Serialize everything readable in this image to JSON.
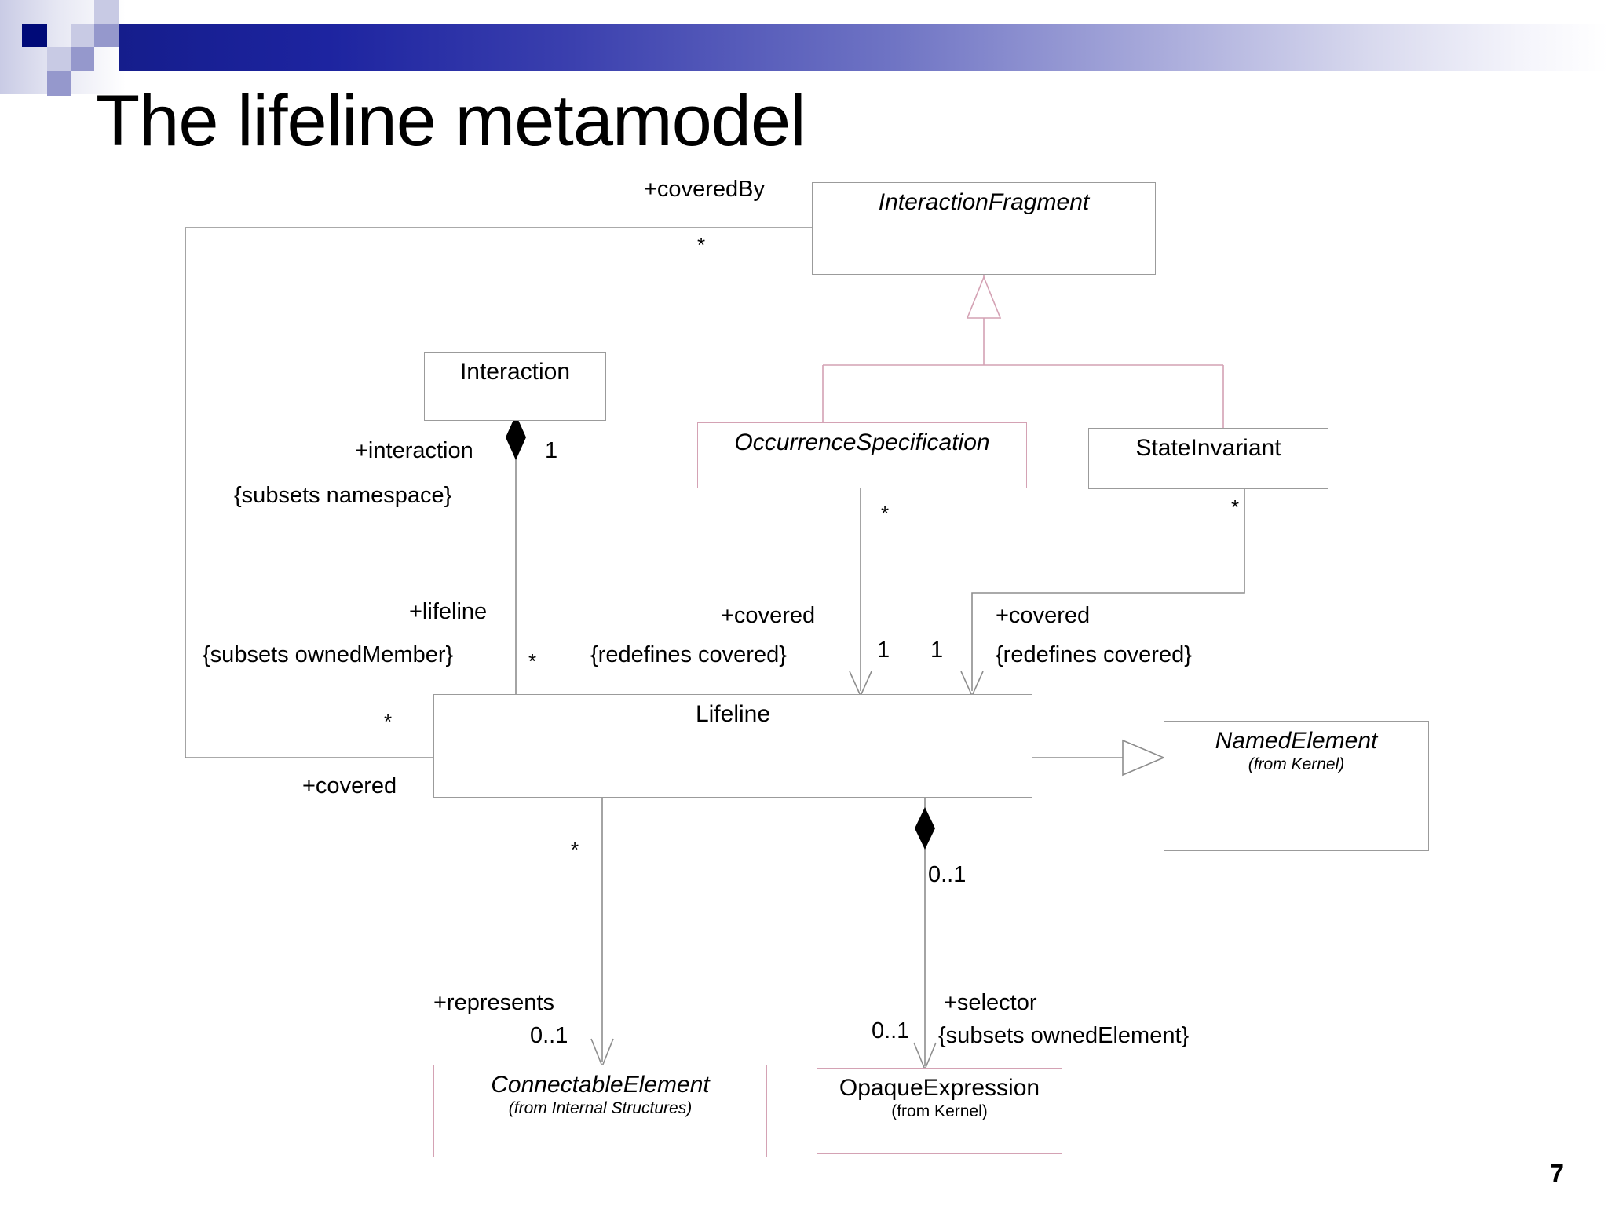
{
  "slide": {
    "title": "The lifeline metamodel",
    "page_number": "7",
    "accent_color": "#000a78",
    "band_gradient_from": "#151d8c",
    "band_gradient_to": "#ffffff",
    "box_border_gray": "#9b9b9b",
    "box_border_pink": "#d4a2b4"
  },
  "classes": [
    {
      "id": "interaction-fragment",
      "name": "InteractionFragment",
      "italic": true,
      "stereotype": "",
      "border": "gray"
    },
    {
      "id": "interaction",
      "name": "Interaction",
      "italic": false,
      "stereotype": "",
      "border": "gray"
    },
    {
      "id": "occurrence-specification",
      "name": "OccurrenceSpecification",
      "italic": true,
      "stereotype": "",
      "border": "pink"
    },
    {
      "id": "state-invariant",
      "name": "StateInvariant",
      "italic": false,
      "stereotype": "",
      "border": "gray"
    },
    {
      "id": "lifeline",
      "name": "Lifeline",
      "italic": false,
      "stereotype": "",
      "border": "gray"
    },
    {
      "id": "named-element",
      "name": "NamedElement",
      "italic": true,
      "stereotype": "(from Kernel)",
      "border": "gray"
    },
    {
      "id": "connectable-element",
      "name": "ConnectableElement",
      "italic": true,
      "stereotype": "(from Internal Structures)",
      "border": "pink"
    },
    {
      "id": "opaque-expression",
      "name": "OpaqueExpression",
      "italic": false,
      "stereotype": "(from Kernel)",
      "border": "pink"
    }
  ],
  "labels": {
    "covered_by": "+coveredBy",
    "covered_by_mult": "*",
    "interaction_role": "+interaction",
    "interaction_subsets": "{subsets namespace}",
    "interaction_mult": "1",
    "lifeline_role": "+lifeline",
    "lifeline_subsets": "{subsets ownedMember}",
    "lifeline_mult": "*",
    "occ_mult_star": "*",
    "state_mult_star": "*",
    "covered_left_role": "+covered",
    "covered_left_redefines": "{redefines covered}",
    "covered_left_mult": "1",
    "covered_right_role": "+covered",
    "covered_right_redefines": "{redefines covered}",
    "covered_right_mult": "1",
    "covered_bottom_role": "+covered",
    "covered_bottom_mult": "*",
    "represents_role": "+represents",
    "represents_mult_src": "*",
    "represents_mult_dst": "0..1",
    "selector_role": "+selector",
    "selector_subsets": "{subsets ownedElement}",
    "selector_mult_src": "0..1",
    "selector_mult_dst": "0..1"
  }
}
